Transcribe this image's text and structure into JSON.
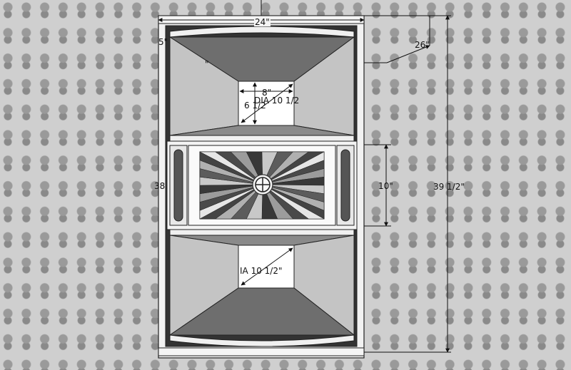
{
  "dimensions": {
    "top_width": "24\"",
    "depth": "26\"",
    "total_height": "39 1/2\"",
    "center_section_height": "10\"",
    "side_height": "38",
    "upper_throat_width": "8\"",
    "upper_throat_height": "6 1/2",
    "upper_throat_dia": "DIA 10 1/2",
    "lower_throat_dia": "IA 10 1/2\"",
    "corner_mark": "5\"",
    "tick_mark": "\""
  },
  "colors": {
    "cabinet_frame": "#f2f2f2",
    "cabinet_outline": "#222222",
    "horn_dark": "#6e6e6e",
    "horn_mid": "#9a9a9a",
    "horn_light": "#c4c4c4",
    "throat": "#ffffff",
    "dimension_line": "#111111"
  }
}
